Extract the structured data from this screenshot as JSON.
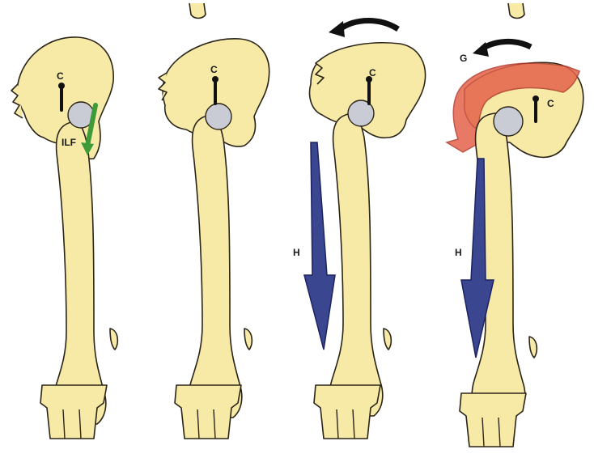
{
  "labels": {
    "c": "C",
    "ilf": "ILF",
    "h": "H",
    "g": "G"
  },
  "colors": {
    "bone": "#f6eaa6",
    "cartilage": "#c9ccd4",
    "ligament_arrow": "#3f9a3a",
    "h_arrow": "#3b4690",
    "g_arrow": "#e4624a",
    "rotation_arrow": "#111111"
  },
  "icons": [
    "rotation-arrow-icon",
    "gravity-vector-arrow-icon",
    "ligament-force-arrow-icon"
  ]
}
